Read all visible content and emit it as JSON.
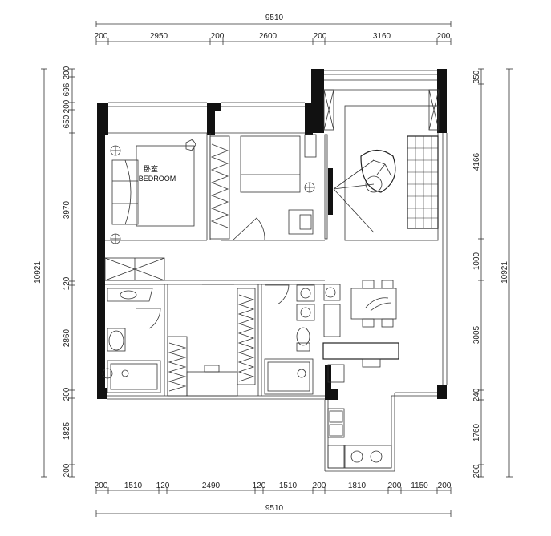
{
  "dimensions": {
    "top_total": "9510",
    "top_segments": [
      "200",
      "2950",
      "200",
      "2600",
      "200",
      "3160",
      "200"
    ],
    "bottom_total": "9510",
    "bottom_segments": [
      "200",
      "1510",
      "120",
      "2490",
      "120",
      "1510",
      "200",
      "1810",
      "200",
      "1150",
      "200"
    ],
    "left_total": "10921",
    "left_segments": [
      "200",
      "696",
      "200",
      "650",
      "3970",
      "120",
      "2860",
      "200",
      "1825",
      "200"
    ],
    "right_total": "10921",
    "right_segments": [
      "350",
      "4166",
      "1000",
      "3005",
      "240",
      "1760",
      "200"
    ]
  },
  "rooms": {
    "bedroom_cn": "卧室",
    "bedroom_en": "BEDROOM"
  }
}
